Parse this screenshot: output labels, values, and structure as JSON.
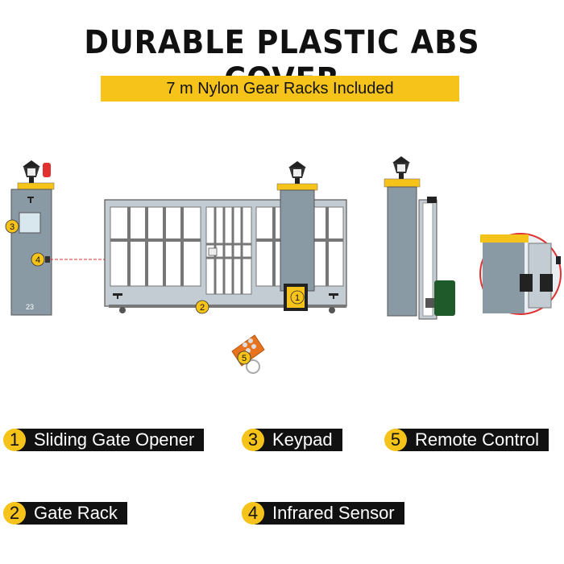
{
  "header": {
    "title": "DURABLE PLASTIC ABS COVER",
    "subtitle": "7 m Nylon Gear Racks Included"
  },
  "callouts": {
    "c1": "1",
    "c2": "2",
    "c3": "3",
    "c4": "4",
    "c5": "5",
    "pillar_code": "23"
  },
  "legend": [
    {
      "num": "1",
      "label": "Sliding Gate Opener"
    },
    {
      "num": "2",
      "label": "Gate Rack"
    },
    {
      "num": "3",
      "label": "Keypad"
    },
    {
      "num": "4",
      "label": "Infrared Sensor"
    },
    {
      "num": "5",
      "label": "Remote Control"
    }
  ],
  "colors": {
    "accent_yellow": "#f6c31b",
    "pillar_gray": "#8a9aa5",
    "gate_gray": "#c3ccd3",
    "beam_red": "#e03030",
    "motor_green": "#1e5a2a",
    "remote_orange": "#e8731f"
  }
}
